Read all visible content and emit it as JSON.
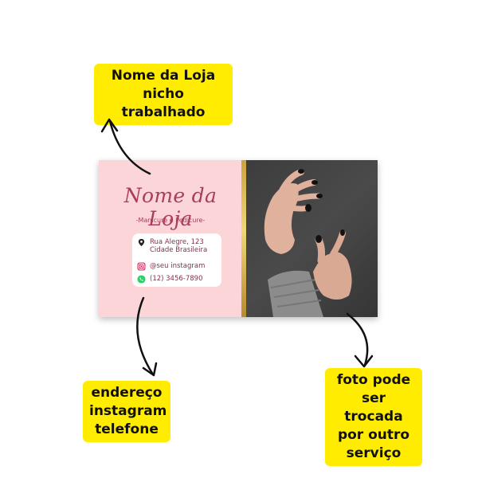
{
  "callouts": {
    "top": [
      "Nome da Loja",
      "nicho trabalhado"
    ],
    "bottom_left": [
      "endereço",
      "instagram",
      "telefone"
    ],
    "bottom_right": [
      "foto pode",
      "ser trocada",
      "por outro",
      "serviço"
    ]
  },
  "card": {
    "store_name": "Nome da Loja",
    "niche": "-Manicure e Pedicure-",
    "address_line1": "Rua Alegre, 123",
    "address_line2": "Cidade Brasileira",
    "instagram": "@seu instagram",
    "phone": "(12) 3456-7890",
    "icons": [
      "location-pin-icon",
      "instagram-icon",
      "whatsapp-icon"
    ]
  },
  "colors": {
    "callout_bg": "#ffec00",
    "card_bg": "#fbd5d8",
    "accent": "#a83d5c",
    "gold": "#d4b050",
    "photo_bg": "#404040"
  }
}
